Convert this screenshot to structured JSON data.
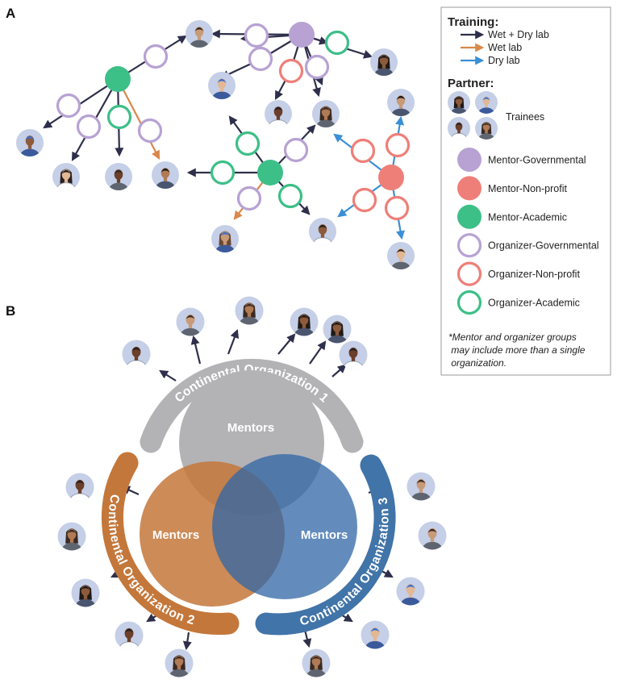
{
  "panels": {
    "a": "A",
    "b": "B"
  },
  "legend": {
    "training_title": "Training:",
    "training": [
      {
        "label": "Wet + Dry lab",
        "color": "#2e2f4a"
      },
      {
        "label": "Wet lab",
        "color": "#d9874a"
      },
      {
        "label": "Dry lab",
        "color": "#3a8fd6"
      }
    ],
    "partner_title": "Partner:",
    "trainees_label": "Trainees",
    "partners": [
      {
        "label": "Mentor-Governmental",
        "kind": "filled",
        "color": "#b7a2d3"
      },
      {
        "label": "Mentor-Non-profit",
        "kind": "filled",
        "color": "#ee7f78"
      },
      {
        "label": "Mentor-Academic",
        "kind": "filled",
        "color": "#3dbf88"
      },
      {
        "label": "Organizer-Governmental",
        "kind": "ring",
        "color": "#b7a2d3"
      },
      {
        "label": "Organizer-Non-profit",
        "kind": "ring",
        "color": "#ee7f78"
      },
      {
        "label": "Organizer-Academic",
        "kind": "ring",
        "color": "#3dbf88"
      }
    ],
    "note_lines": [
      "*Mentor and organizer groups",
      " may include more than a single",
      " organization."
    ]
  },
  "panel_b": {
    "mentors_label": "Mentors",
    "organizations": [
      {
        "label": "Continental Organization 1",
        "color": "#b3b3b6"
      },
      {
        "label": "Continental Organization 2",
        "color": "#c4773a"
      },
      {
        "label": "Continental Organization 3",
        "color": "#4174a8"
      }
    ]
  }
}
